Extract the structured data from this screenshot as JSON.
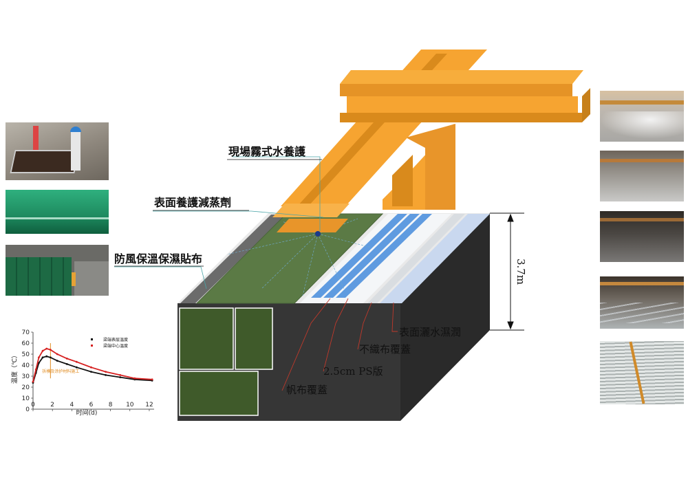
{
  "labels": {
    "mist_curing": "現場霧式水養護",
    "surface_agent": "表面養護減蒸劑",
    "insulation_cloth": "防風保溫保濕貼布",
    "water_spray": "表面灑水濕潤",
    "nonwoven": "不織布覆蓋",
    "ps_board": "2.5cm PS版",
    "canvas": "帆布覆蓋",
    "height": "3.7m"
  },
  "colors": {
    "steel": "#f6a431",
    "steel_dark": "#d98a1c",
    "slab_dark": "#363636",
    "slab_top": "#e9e9e9",
    "green_cloth": "#5b7a45",
    "green_panel": "#3f5a2a",
    "ps_blue": "#5f9be0",
    "leader_red": "#c0392b",
    "leader_teal": "#4aa5a8"
  },
  "left_photos": [
    "photo-worker-site",
    "photo-green-cloth",
    "photo-green-wall"
  ],
  "right_photos": [
    "photo-mist-ceiling",
    "photo-floor-slab",
    "photo-slab-dark",
    "photo-wet-slab",
    "photo-ps-boards"
  ],
  "chart_data": {
    "type": "line",
    "xlabel": "时间(d)",
    "ylabel": "温度（℃）",
    "xlim": [
      0,
      12.5
    ],
    "ylim": [
      0,
      70
    ],
    "xticks": [
      0,
      2,
      4,
      6,
      8,
      10,
      12
    ],
    "yticks": [
      0,
      10,
      20,
      30,
      40,
      50,
      60,
      70
    ],
    "annotation": "拆模及涂护材料施工",
    "annotation_x": 1.8,
    "series": [
      {
        "name": "梁端表层温度",
        "color": "#111111",
        "x": [
          0,
          0.3,
          0.6,
          1.0,
          1.4,
          1.8,
          2.5,
          3.5,
          4.5,
          6,
          7.5,
          9,
          10.5,
          12.3
        ],
        "y": [
          24,
          33,
          42,
          47,
          48,
          47,
          44,
          41,
          38,
          34,
          31,
          29,
          27,
          26
        ]
      },
      {
        "name": "梁端中心温度",
        "color": "#d62020",
        "x": [
          0,
          0.3,
          0.6,
          1.0,
          1.4,
          1.8,
          2.5,
          3.5,
          4.5,
          6,
          7.5,
          9,
          10.5,
          12.3
        ],
        "y": [
          25,
          36,
          47,
          53,
          55,
          54,
          50,
          46,
          43,
          38,
          34,
          31,
          28,
          27
        ]
      }
    ]
  }
}
